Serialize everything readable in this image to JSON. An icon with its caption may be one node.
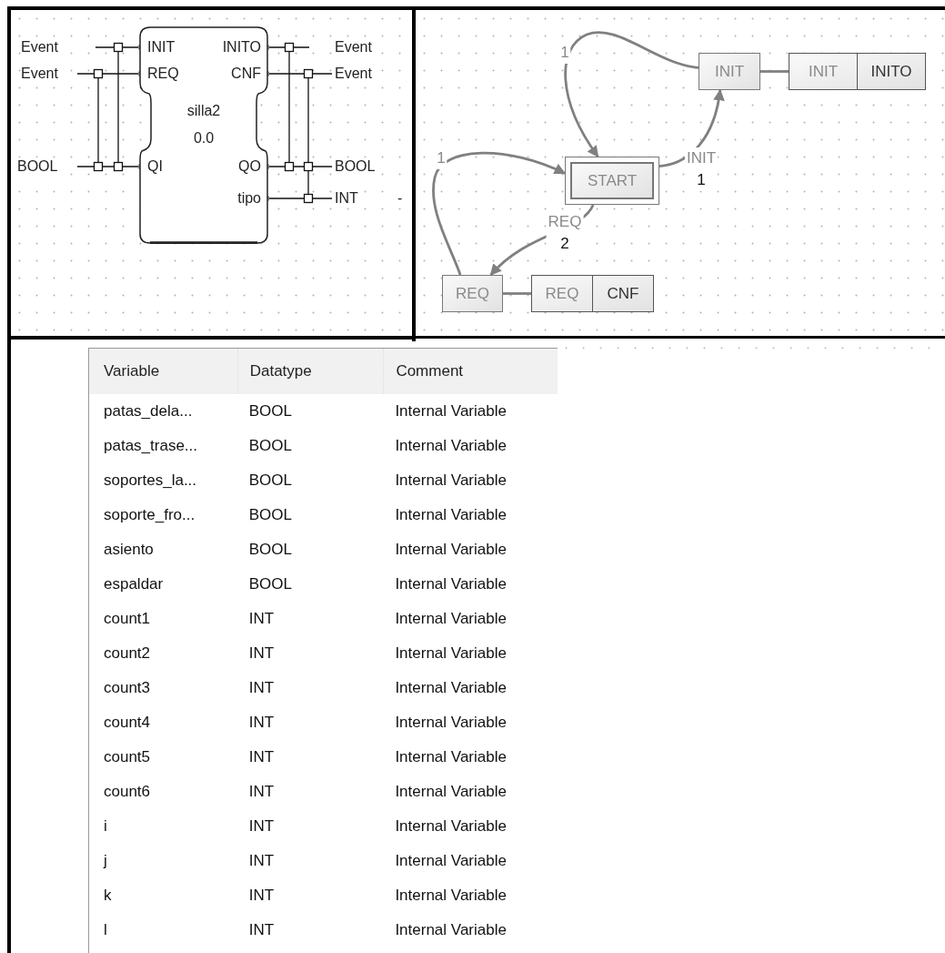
{
  "diagram": {
    "nodes": [
      {
        "text": [
          "INIT",
          "INITO",
          "REQ",
          "CNF",
          "silla2",
          "0.0",
          "QI",
          "QO",
          "tipo"
        ]
      },
      {
        "text": [
          "START"
        ]
      },
      {
        "text": [
          "INIT"
        ]
      },
      {
        "text": [
          "INIT",
          "INITO"
        ]
      },
      {
        "text": [
          "REQ"
        ]
      },
      {
        "text": [
          "REQ",
          "CNF"
        ]
      }
    ],
    "edges": [
      {
        "from": 2,
        "to": 1,
        "arrow": "to",
        "label": "1"
      },
      {
        "from": 4,
        "to": 1,
        "arrow": "to",
        "label": "1"
      },
      {
        "from": 1,
        "to": 2,
        "arrow": "to",
        "label": "INIT 1"
      },
      {
        "from": 1,
        "to": 4,
        "arrow": "to",
        "label": "REQ 2"
      },
      {
        "from": 2,
        "to": 3,
        "arrow": "none"
      },
      {
        "from": 4,
        "to": 5,
        "arrow": "none"
      }
    ],
    "labels": [
      "Event",
      "Event",
      "Event",
      "Event",
      "BOOL",
      "BOOL",
      "INT",
      "-",
      "Variable",
      "Datatype",
      "Comment",
      "patas_dela...",
      "BOOL",
      "Internal Variable",
      "patas_trase...",
      "BOOL",
      "Internal Variable",
      "soportes_la...",
      "BOOL",
      "Internal Variable",
      "soporte_fro...",
      "BOOL",
      "Internal Variable",
      "asiento",
      "BOOL",
      "Internal Variable",
      "espaldar",
      "BOOL",
      "Internal Variable",
      "count1",
      "INT",
      "Internal Variable",
      "count2",
      "INT",
      "Internal Variable",
      "count3",
      "INT",
      "Internal Variable",
      "count4",
      "INT",
      "Internal Variable",
      "count5",
      "INT",
      "Internal Variable",
      "count6",
      "INT",
      "Internal Variable",
      "i",
      "INT",
      "Internal Variable",
      "j",
      "INT",
      "Internal Variable",
      "k",
      "INT",
      "Internal Variable",
      "l",
      "INT",
      "Internal Variable"
    ]
  }
}
